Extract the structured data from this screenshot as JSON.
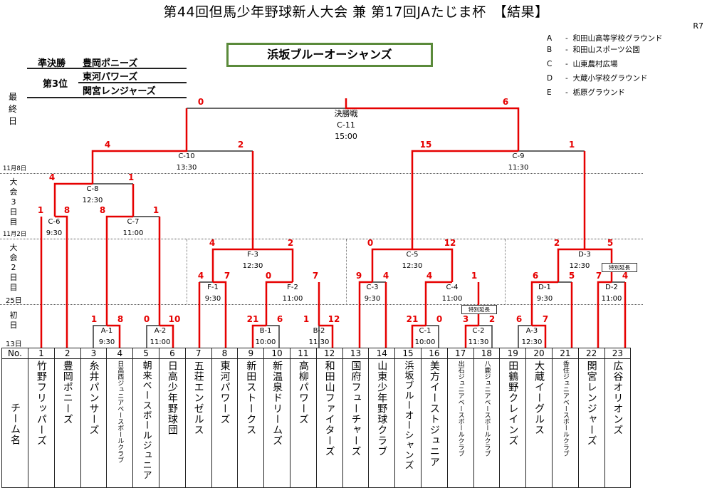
{
  "header": {
    "title": "第44回但馬少年野球新人大会 兼 第17回JAたじま杯　【結果】",
    "year_mark": "R7"
  },
  "venues": [
    {
      "key": "A",
      "name": "和田山高等学校グラウンド"
    },
    {
      "key": "B",
      "name": "和田山スポーツ公園"
    },
    {
      "key": "C",
      "name": "山東農村広場"
    },
    {
      "key": "D",
      "name": "大蔵小学校グラウンド"
    },
    {
      "key": "E",
      "name": "栃原グラウンド"
    }
  ],
  "champion": "浜坂ブルーオーシャンズ",
  "results": {
    "runner_up_label": "準決勝",
    "runner_up": "豊岡ポニーズ",
    "third_label": "第3位",
    "third": [
      "東河パワーズ",
      "関宮レンジャーズ"
    ]
  },
  "day_labels": [
    {
      "label": "最終日",
      "date": "11月8日"
    },
    {
      "label": "大会3日目",
      "date": "11月2日"
    },
    {
      "label": "大会2日目",
      "date": "25日"
    },
    {
      "label": "初日",
      "date": "13日"
    }
  ],
  "special_extension_label": "特別延長",
  "matches": [
    {
      "id": "C-11",
      "title": "決勝戦",
      "time": "15:00",
      "score_left": "0",
      "score_right": "6"
    },
    {
      "id": "C-10",
      "time": "13:30",
      "score_left": "4",
      "score_right": "2"
    },
    {
      "id": "C-9",
      "time": "11:30",
      "score_left": "15",
      "score_right": "1"
    },
    {
      "id": "C-8",
      "time": "12:30",
      "score_left": "4",
      "score_right": "1"
    },
    {
      "id": "C-6",
      "time": "9:30",
      "score_left": "1",
      "score_right": "8"
    },
    {
      "id": "C-7",
      "time": "11:00",
      "score_left": "8",
      "score_right": "1"
    },
    {
      "id": "F-3",
      "time": "12:30",
      "score_left": "4",
      "score_right": "2"
    },
    {
      "id": "F-1",
      "time": "9:30",
      "score_left": "4",
      "score_right": "7"
    },
    {
      "id": "F-2",
      "time": "11:00",
      "score_left": "0",
      "score_right": "7"
    },
    {
      "id": "C-5",
      "time": "12:30",
      "score_left": "0",
      "score_right": "12"
    },
    {
      "id": "C-3",
      "time": "9:30",
      "score_left": "9",
      "score_right": "4"
    },
    {
      "id": "C-4",
      "time": "11:00",
      "score_left": "4",
      "score_right": "1"
    },
    {
      "id": "D-3",
      "time": "12:30",
      "score_left": "2",
      "score_right": "5"
    },
    {
      "id": "D-1",
      "time": "9:30",
      "score_left": "6",
      "score_right": "5"
    },
    {
      "id": "D-2",
      "time": "11:00",
      "score_left": "7",
      "score_right": "4"
    },
    {
      "id": "A-1",
      "time": "9:30",
      "score_left": "1",
      "score_right": "8"
    },
    {
      "id": "A-2",
      "time": "11:00",
      "score_left": "0",
      "score_right": "10"
    },
    {
      "id": "B-1",
      "time": "10:00",
      "score_left": "21",
      "score_right": "6"
    },
    {
      "id": "B-2",
      "time": "11:30",
      "score_left": "1",
      "score_right": "12"
    },
    {
      "id": "C-1",
      "time": "10:00",
      "score_left": "21",
      "score_right": "0"
    },
    {
      "id": "C-2",
      "time": "11:30",
      "score_left": "3",
      "score_right": "2"
    },
    {
      "id": "A-3",
      "time": "12:30",
      "score_left": "6",
      "score_right": "7"
    }
  ],
  "table": {
    "no_header": "No.",
    "name_header": "チーム名",
    "teams": [
      {
        "no": "1",
        "name": "竹野フリッパーズ"
      },
      {
        "no": "2",
        "name": "豊岡ポニーズ"
      },
      {
        "no": "3",
        "name": "糸井パンサーズ"
      },
      {
        "no": "4",
        "name": "日高西ジュニアベースボールクラブ"
      },
      {
        "no": "5",
        "name": "朝来ベースボールジュニア"
      },
      {
        "no": "6",
        "name": "日高少年野球団"
      },
      {
        "no": "7",
        "name": "五荘エンゼルス"
      },
      {
        "no": "8",
        "name": "東河パワーズ"
      },
      {
        "no": "9",
        "name": "新田ストークス"
      },
      {
        "no": "10",
        "name": "新温泉ドリームズ"
      },
      {
        "no": "11",
        "name": "高柳パワーズ"
      },
      {
        "no": "12",
        "name": "和田山ファイターズ"
      },
      {
        "no": "13",
        "name": "国府フューチャーズ"
      },
      {
        "no": "14",
        "name": "山東少年野球クラブ"
      },
      {
        "no": "15",
        "name": "浜坂ブルーオーシャンズ"
      },
      {
        "no": "16",
        "name": "美方イーストジュニア"
      },
      {
        "no": "17",
        "name": "出石ジュニアベースボールクラブ"
      },
      {
        "no": "18",
        "name": "八鹿ジュニアベースボールクラブ"
      },
      {
        "no": "19",
        "name": "田鶴野クレインズ"
      },
      {
        "no": "20",
        "name": "大蔵イーグルス"
      },
      {
        "no": "21",
        "name": "香住ジュニアベースボールクラブ"
      },
      {
        "no": "22",
        "name": "関宮レンジャーズ"
      },
      {
        "no": "23",
        "name": "広谷オリオンズ"
      }
    ]
  }
}
